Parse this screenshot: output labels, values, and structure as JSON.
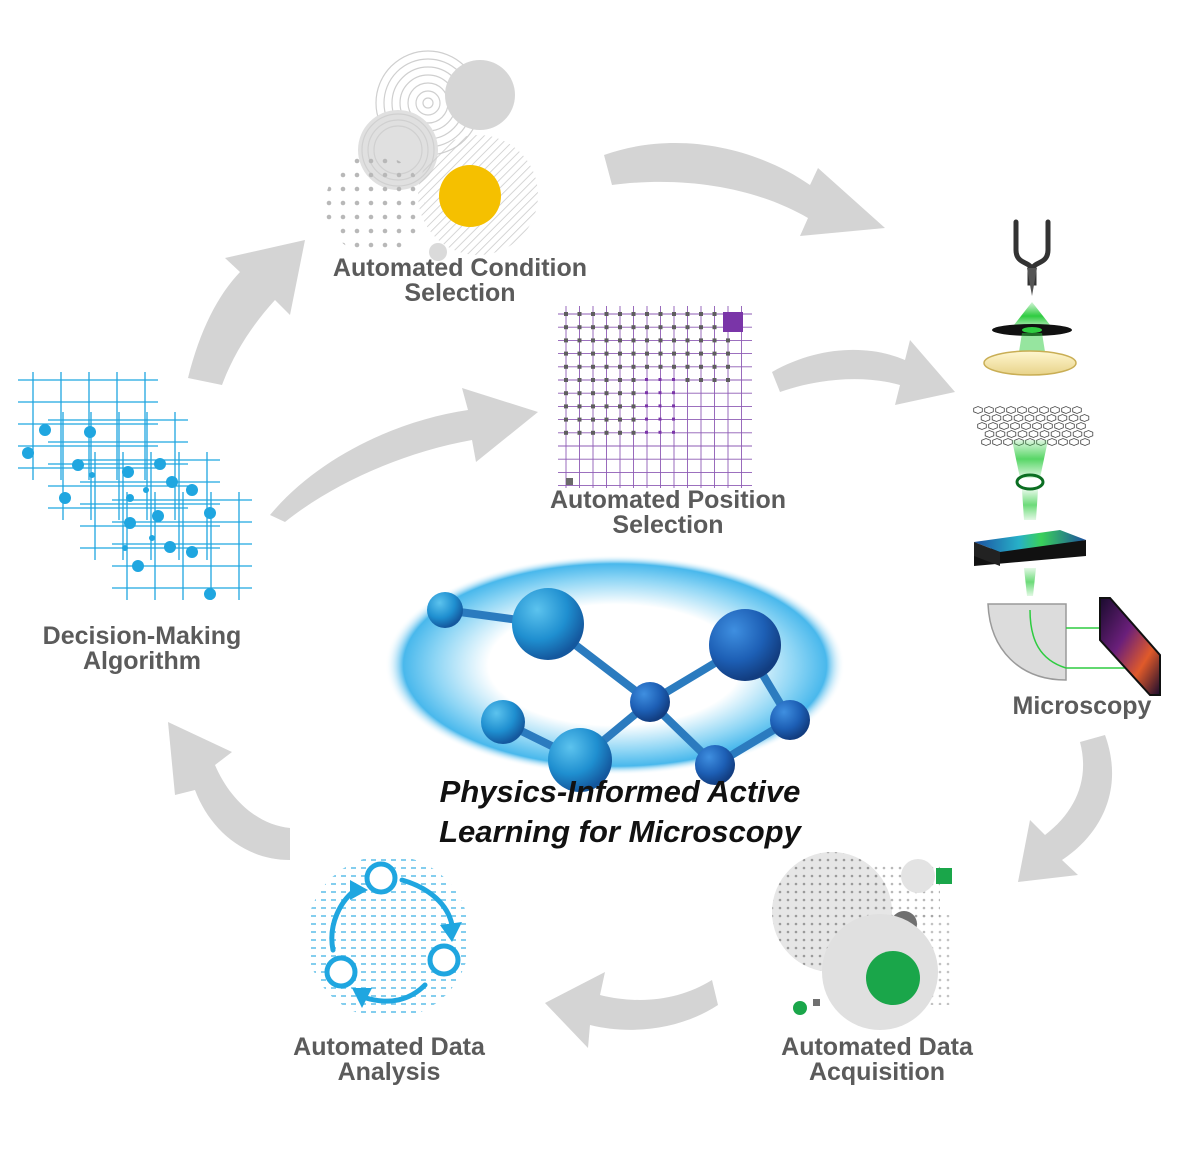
{
  "title": {
    "line1": "Physics-Informed Active",
    "line2": "Learning for Microscopy"
  },
  "stages": {
    "condition_selection": {
      "line1": "Automated Condition",
      "line2": "Selection"
    },
    "position_selection": {
      "line1": "Automated Position",
      "line2": "Selection"
    },
    "microscopy": {
      "line1": "Microscopy"
    },
    "data_acquisition": {
      "line1": "Automated Data",
      "line2": "Acquisition"
    },
    "data_analysis": {
      "line1": "Automated Data",
      "line2": "Analysis"
    },
    "decision_algorithm": {
      "line1": "Decision-Making",
      "line2": "Algorithm"
    }
  },
  "colors": {
    "arrow": "#d4d4d4",
    "label": "#5b5b5b",
    "condition_accent": "#f5c000",
    "position_accent": "#7a35a8",
    "acquisition_accent": "#1aa64a",
    "analysis_accent": "#1fa6e0",
    "algorithm_accent": "#1fa6e0",
    "beam": "#2ecc40",
    "molecule": "#1f7fc4"
  }
}
